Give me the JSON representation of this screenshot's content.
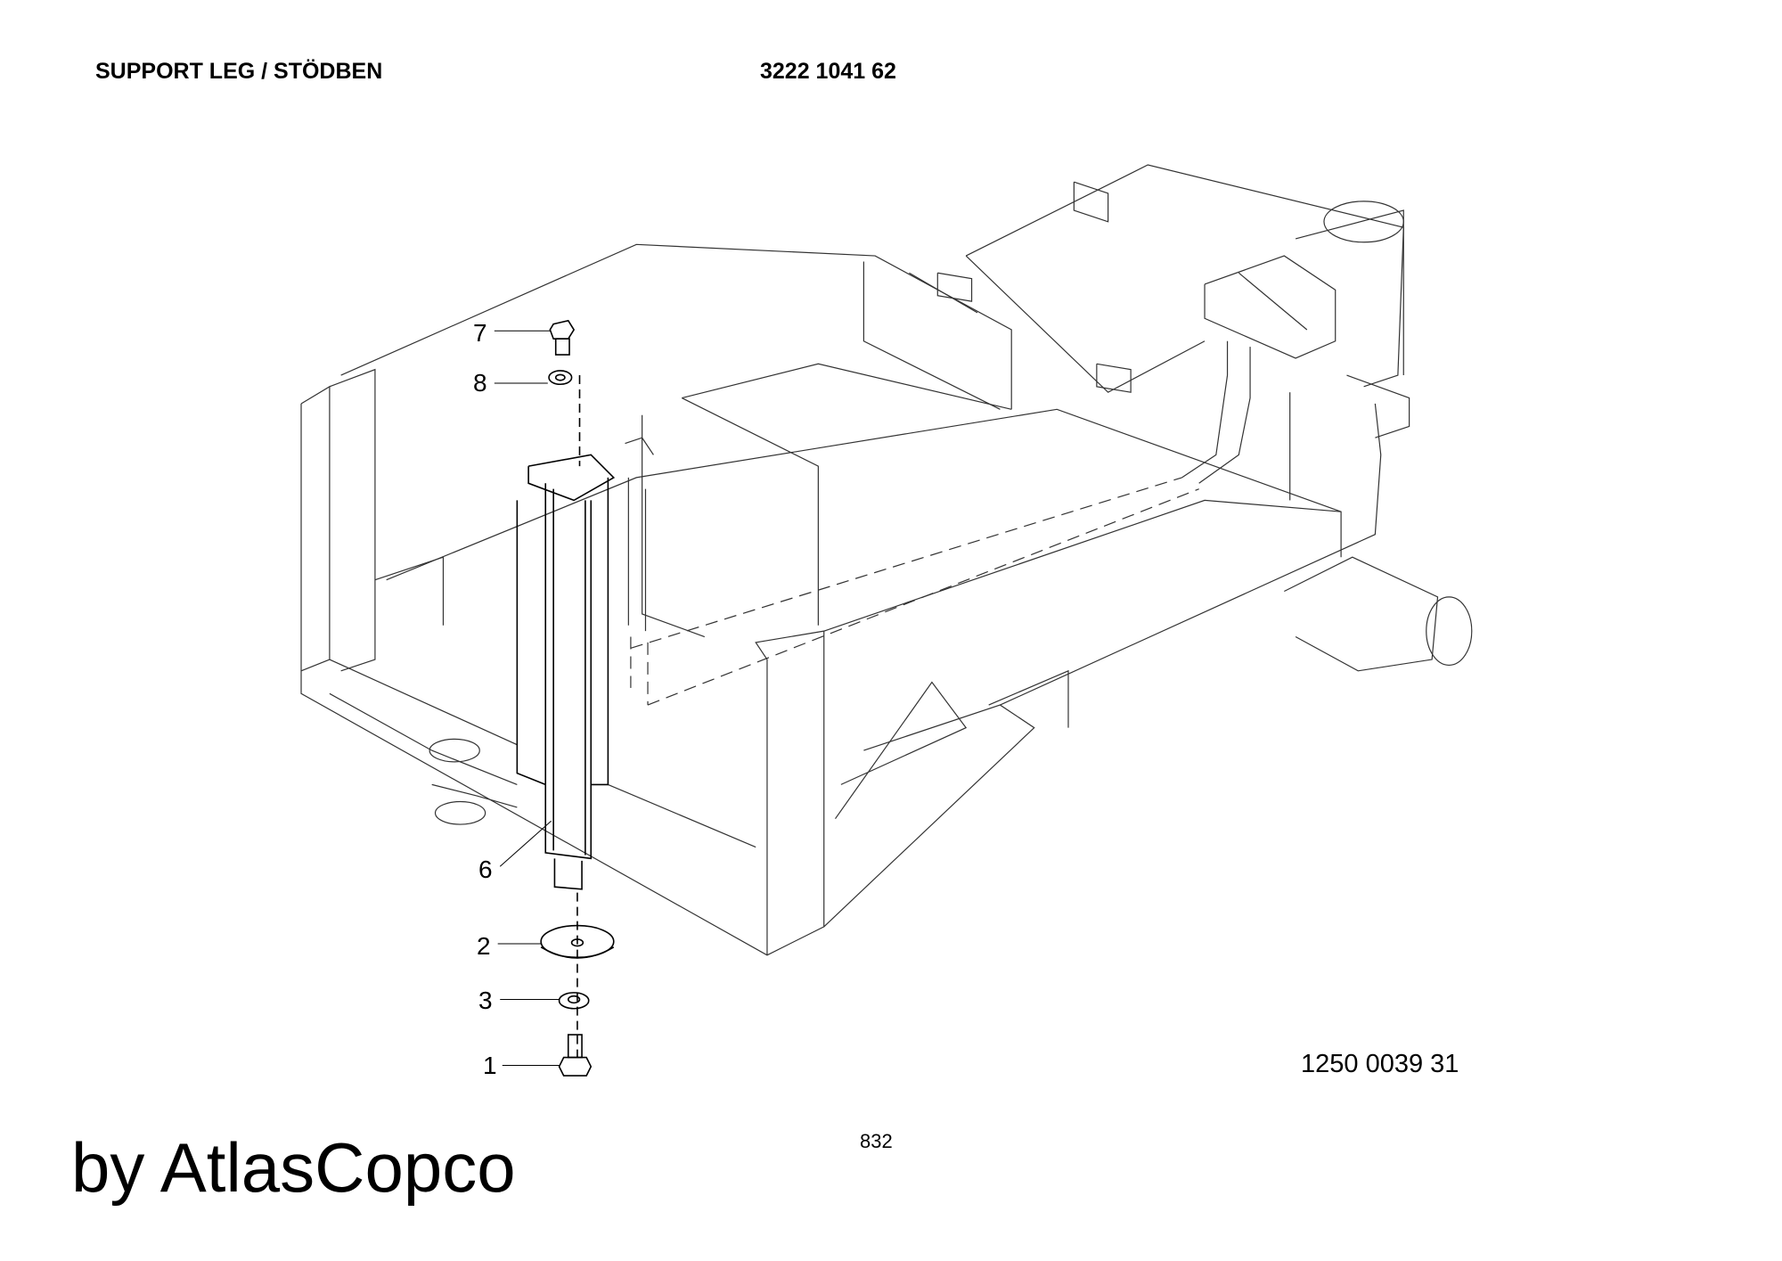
{
  "header": {
    "title": "SUPPORT LEG / STÖDBEN",
    "part_number": "3222 1041 62"
  },
  "callouts": [
    {
      "label": "7"
    },
    {
      "label": "8"
    },
    {
      "label": "6"
    },
    {
      "label": "2"
    },
    {
      "label": "3"
    },
    {
      "label": "1"
    }
  ],
  "drawing_number": "1250 0039 31",
  "page_number": "832",
  "watermark": "by AtlasCopco"
}
